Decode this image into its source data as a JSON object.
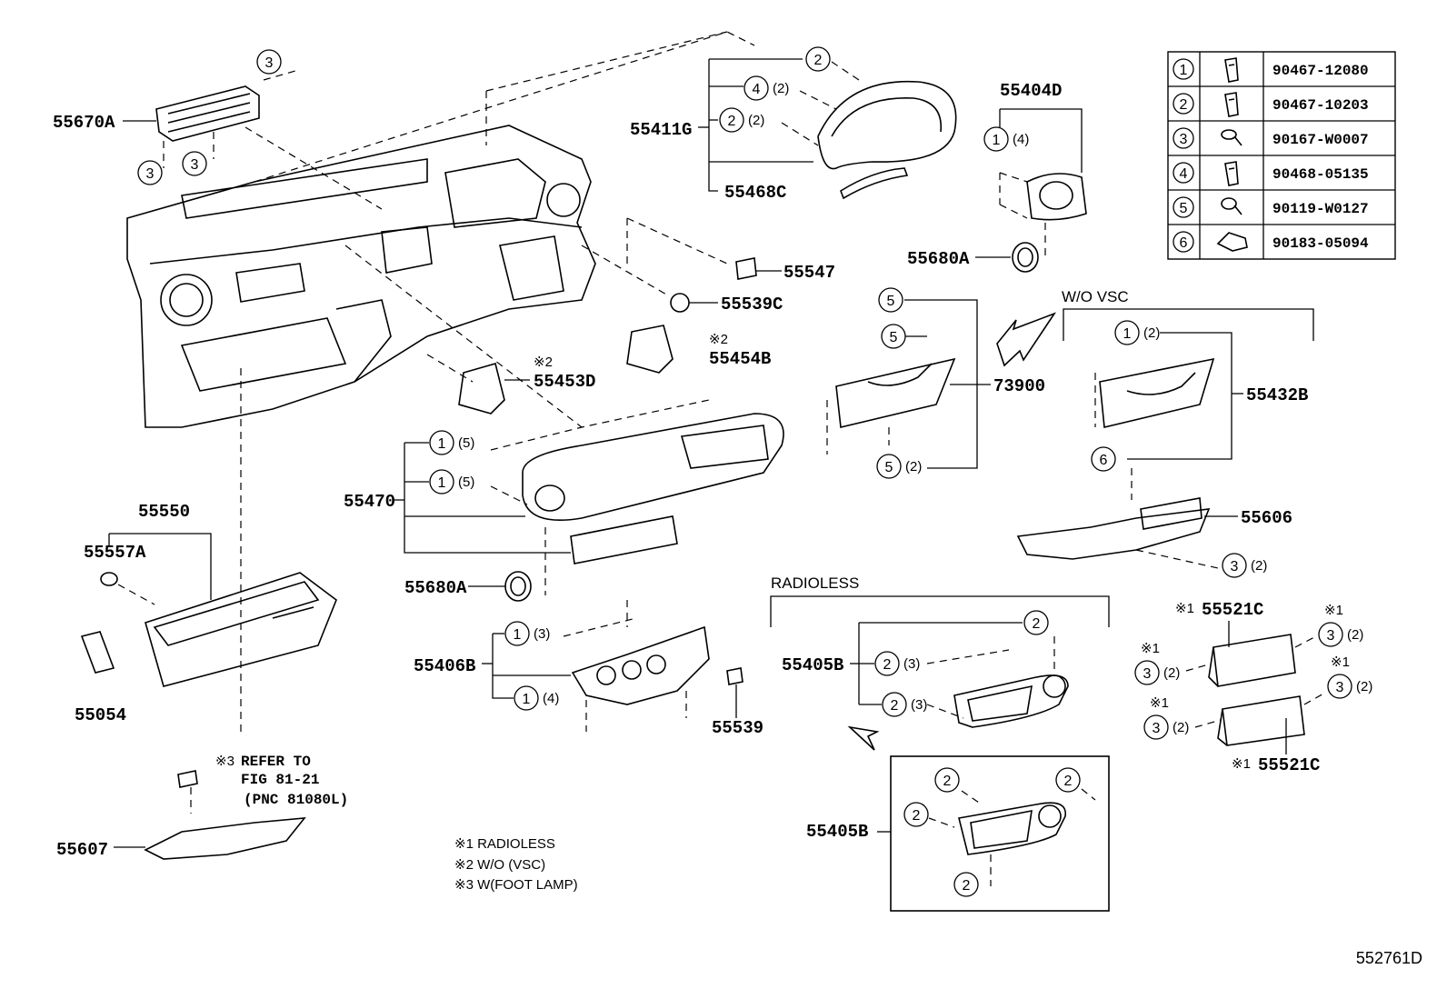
{
  "figure_code": "552761D",
  "legend_table": {
    "rows": [
      {
        "index": "1",
        "icon": "clip-icon",
        "part_no": "90467-12080"
      },
      {
        "index": "2",
        "icon": "clip-icon",
        "part_no": "90467-10203"
      },
      {
        "index": "3",
        "icon": "screw-icon",
        "part_no": "90167-W0007"
      },
      {
        "index": "4",
        "icon": "clip-icon",
        "part_no": "90468-05135"
      },
      {
        "index": "5",
        "icon": "screw-icon",
        "part_no": "90119-W0127"
      },
      {
        "index": "6",
        "icon": "nut-clip-icon",
        "part_no": "90183-05094"
      }
    ]
  },
  "part_labels": {
    "p55670A": "55670A",
    "p55411G": "55411G",
    "p55468C": "55468C",
    "p55404D": "55404D",
    "p55680A_top": "55680A",
    "p55547": "55547",
    "p55539C": "55539C",
    "p55454B": "55454B",
    "p55453D": "55453D",
    "p73900": "73900",
    "p55432B": "55432B",
    "p55470": "55470",
    "p55680A_mid": "55680A",
    "p55550": "55550",
    "p55557A": "55557A",
    "p55054": "55054",
    "p55406B": "55406B",
    "p55539": "55539",
    "p55606": "55606",
    "p55405B": "55405B",
    "p55405B_box": "55405B",
    "p55521C_top": "55521C",
    "p55521C_bot": "55521C",
    "p55607": "55607"
  },
  "section_labels": {
    "wo_vsc": "W/O  VSC",
    "radioless": "RADIOLESS"
  },
  "markers": {
    "m1": "※1",
    "m2": "※2",
    "m3": "※3"
  },
  "refer": {
    "line1": "REFER TO",
    "line2": "FIG 81-21",
    "line3": "(PNC 81080L)"
  },
  "notes": [
    "※1  RADIOLESS",
    "※2 W/O (VSC)",
    "※3 W(FOOT LAMP)"
  ],
  "callouts": {
    "q2": "(2)",
    "q3": "(3)",
    "q4": "(4)",
    "q5": "(5)"
  }
}
